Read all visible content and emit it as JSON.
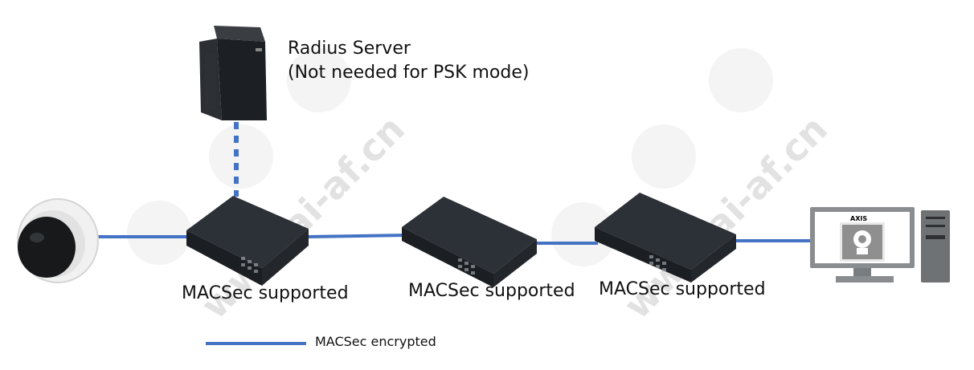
{
  "server": {
    "title": "Radius Server",
    "subtitle": "(Not needed for PSK mode)"
  },
  "switches": [
    {
      "label": "MACSec supported"
    },
    {
      "label": "MACSec supported"
    },
    {
      "label": "MACSec supported"
    }
  ],
  "legend": {
    "label": "MACSec encrypted"
  },
  "workstation": {
    "brand": "AXIS"
  },
  "watermark": {
    "text": "www.ai-af.cn",
    "logo": "ai-af"
  },
  "colors": {
    "link": "#4472c4",
    "switch_body": "#1e2227",
    "server_body": "#1c1f23",
    "monitor_frame": "#8a8d90",
    "tower": "#6f7275"
  }
}
